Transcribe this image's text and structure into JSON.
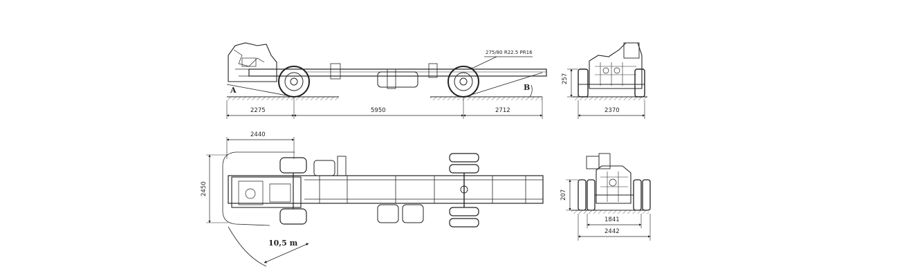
{
  "side_view": {
    "tyre_label": "275/80 R22.5 PR16",
    "angle_a": "A",
    "angle_b": "B",
    "dims": [
      "2275",
      "5950",
      "2712"
    ]
  },
  "front_view": {
    "height": "257",
    "width": "2370"
  },
  "top_view": {
    "overhang": "2440",
    "frame_width": "2450",
    "turning_radius": "10,5 m"
  },
  "rear_view": {
    "height": "207",
    "inner_width": "1841",
    "outer_width": "2442"
  }
}
